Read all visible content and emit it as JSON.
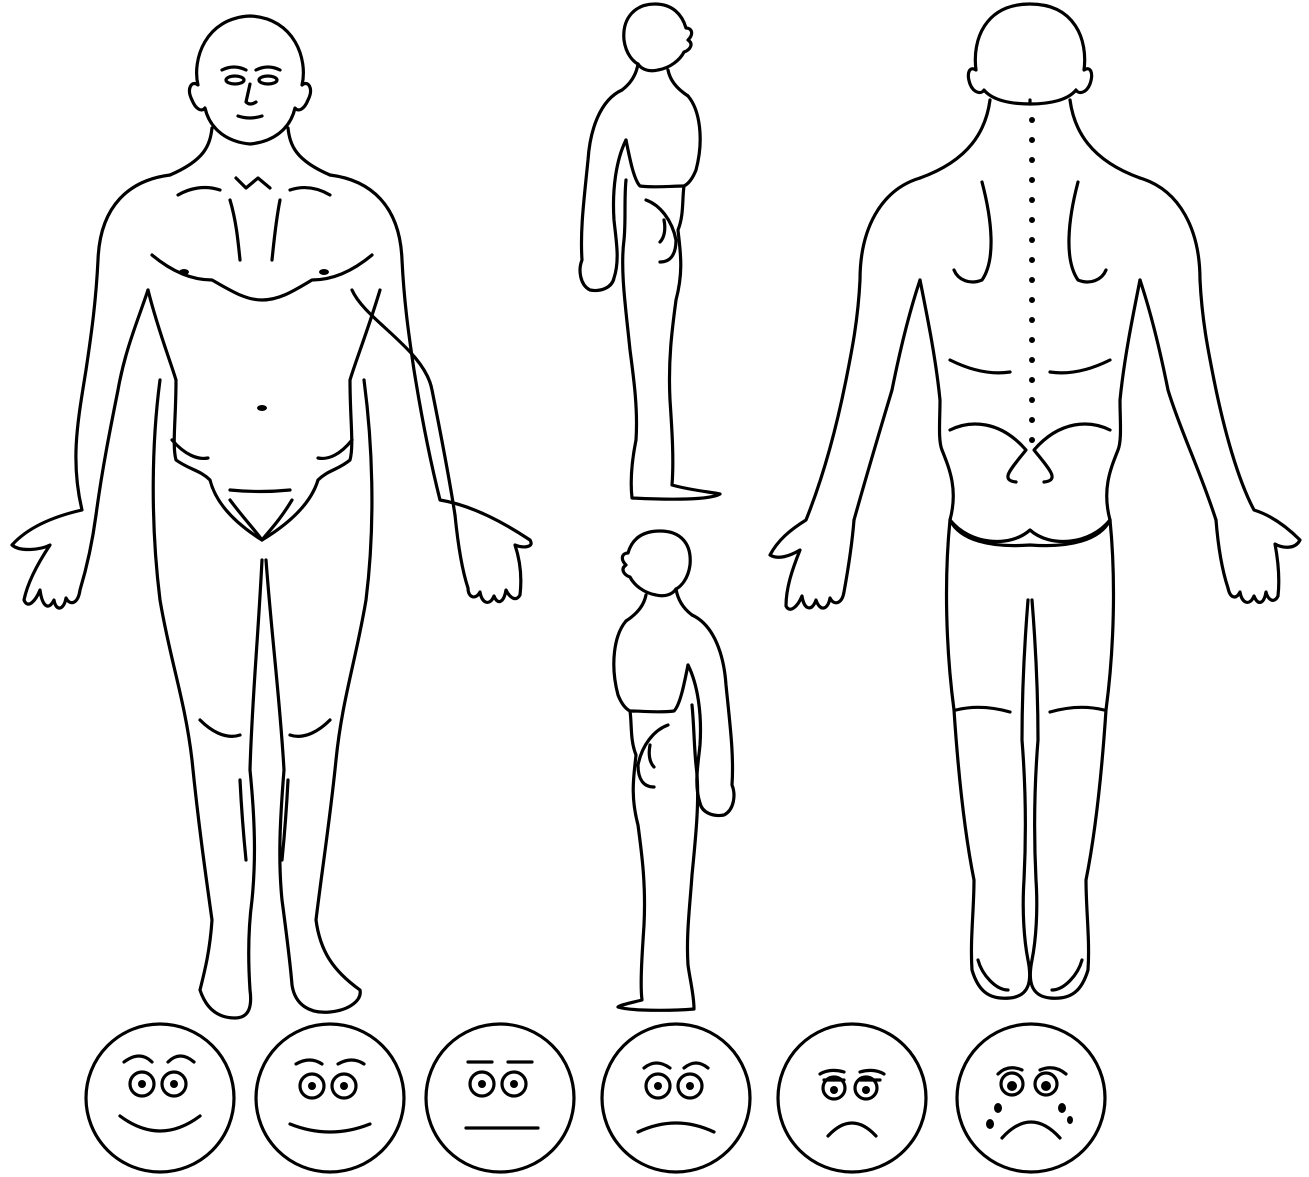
{
  "diagram": {
    "views": [
      {
        "id": "front",
        "name": "front-view"
      },
      {
        "id": "side-right",
        "name": "side-view-right"
      },
      {
        "id": "side-left",
        "name": "side-view-left"
      },
      {
        "id": "back",
        "name": "back-view"
      }
    ],
    "pain_scale": [
      {
        "icon": "face-very-happy-icon",
        "level": 0
      },
      {
        "icon": "face-happy-icon",
        "level": 1
      },
      {
        "icon": "face-neutral-icon",
        "level": 2
      },
      {
        "icon": "face-sad-icon",
        "level": 3
      },
      {
        "icon": "face-very-sad-icon",
        "level": 4
      },
      {
        "icon": "face-crying-icon",
        "level": 5
      }
    ],
    "colors": {
      "line": "#000000",
      "background": "#ffffff"
    }
  }
}
